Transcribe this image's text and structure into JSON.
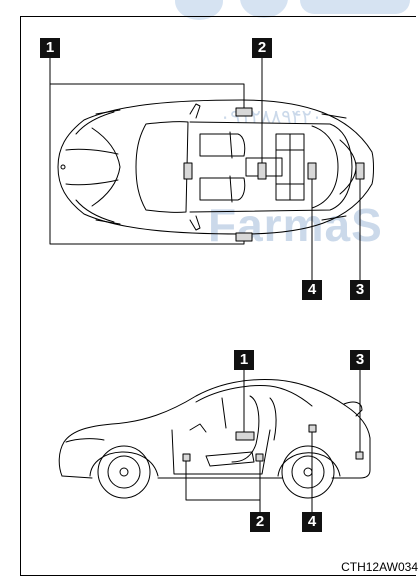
{
  "callouts": {
    "top_view": [
      "1",
      "2",
      "4",
      "3"
    ],
    "side_view": [
      "1",
      "3",
      "2",
      "4"
    ]
  },
  "figure_code": "CTH12AW034",
  "watermark": {
    "text": "FarmaS",
    "persian_number": "۰۹۱۲۸۸۹۴۲۰",
    "color": "#c8d9ee"
  }
}
